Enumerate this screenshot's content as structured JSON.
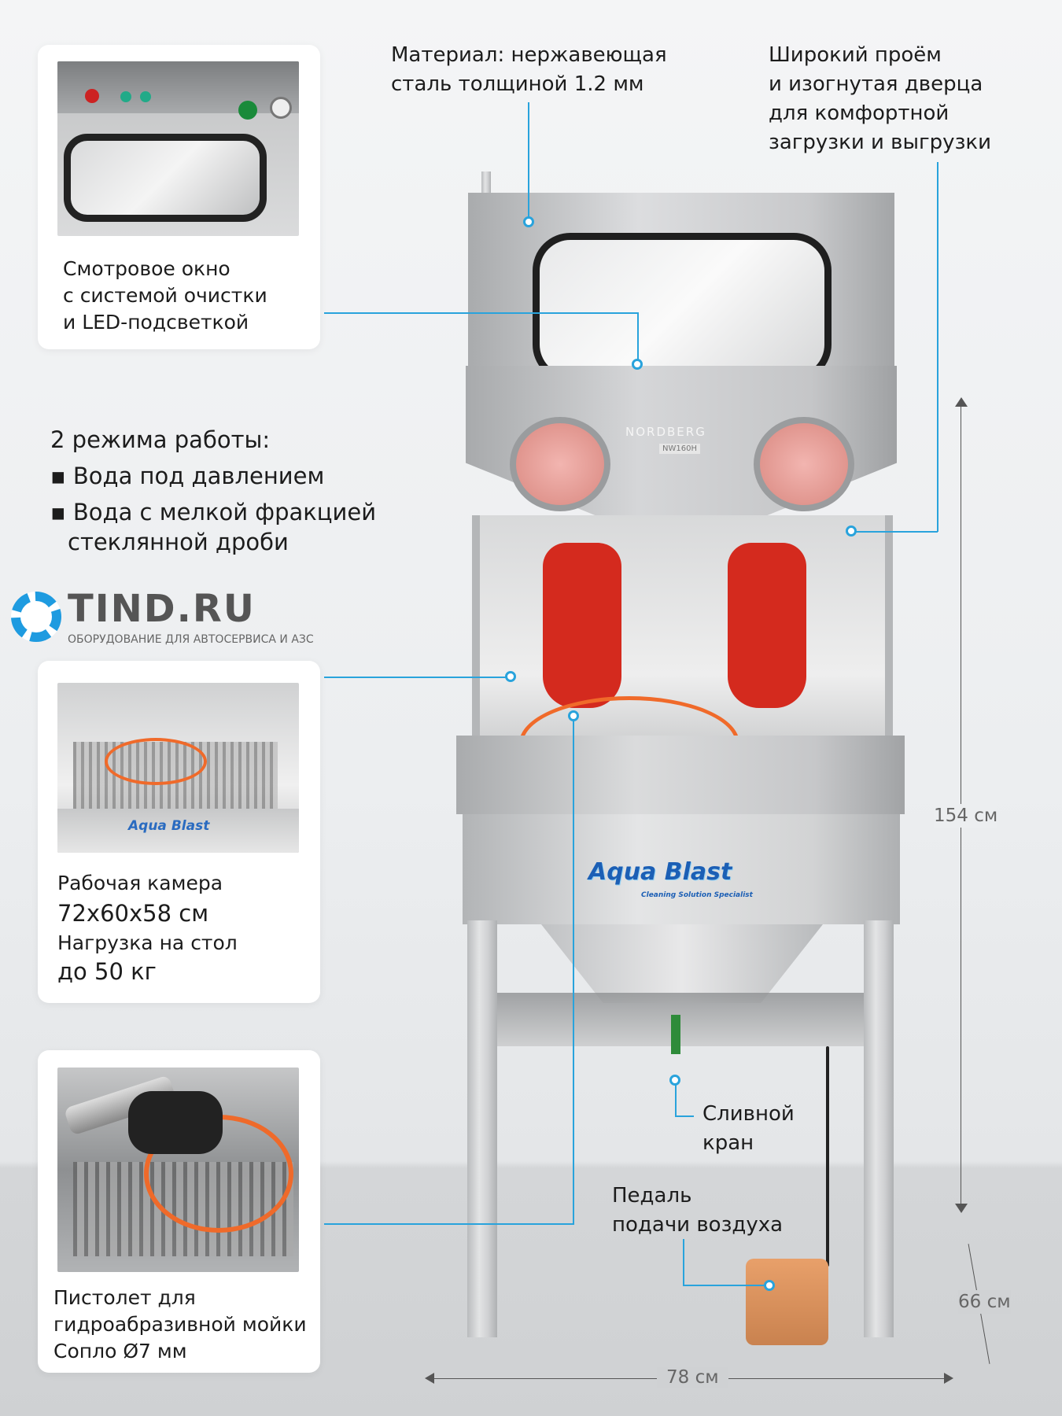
{
  "callouts": {
    "material": [
      "Материал:  нержавеющая",
      "сталь толщиной 1.2 мм"
    ],
    "door": [
      "Широкий проём",
      "и изогнутая дверца",
      "для комфортной",
      "загрузки и выгрузки"
    ],
    "window": [
      "Смотровое окно",
      "с системой очистки",
      "и LED-подсветкой"
    ],
    "chamber": {
      "l1": "Рабочая камера",
      "l2": "72x60x58 см",
      "l3": "Нагрузка на стол",
      "l4": "до 50 кг"
    },
    "gun": [
      "Пистолет для",
      "гидроабразивной мойки",
      "Сопло Ø7 мм"
    ],
    "drain": [
      "Сливной",
      "кран"
    ],
    "pedal": [
      "Педаль",
      "подачи воздуха"
    ]
  },
  "modes": {
    "title": "2 режима работы:",
    "items": [
      "Вода под давлением",
      "Вода с мелкой фракцией",
      "стеклянной дроби"
    ]
  },
  "dimensions": {
    "height": "154 см",
    "depth": "66 см",
    "width": "78 см"
  },
  "machine": {
    "brand": "NORDBERG",
    "model": "NW160H",
    "logo": "Aqua Blast",
    "logo_sub": "Cleaning Solution Specialist"
  },
  "watermark": {
    "name": "TIND.RU",
    "tagline": "ОБОРУДОВАНИЕ ДЛЯ АВТОСЕРВИСА И АЗС"
  },
  "colors": {
    "accent": "#29a3dc",
    "glove": "#d42a1e",
    "pedal": "#e0955a"
  }
}
